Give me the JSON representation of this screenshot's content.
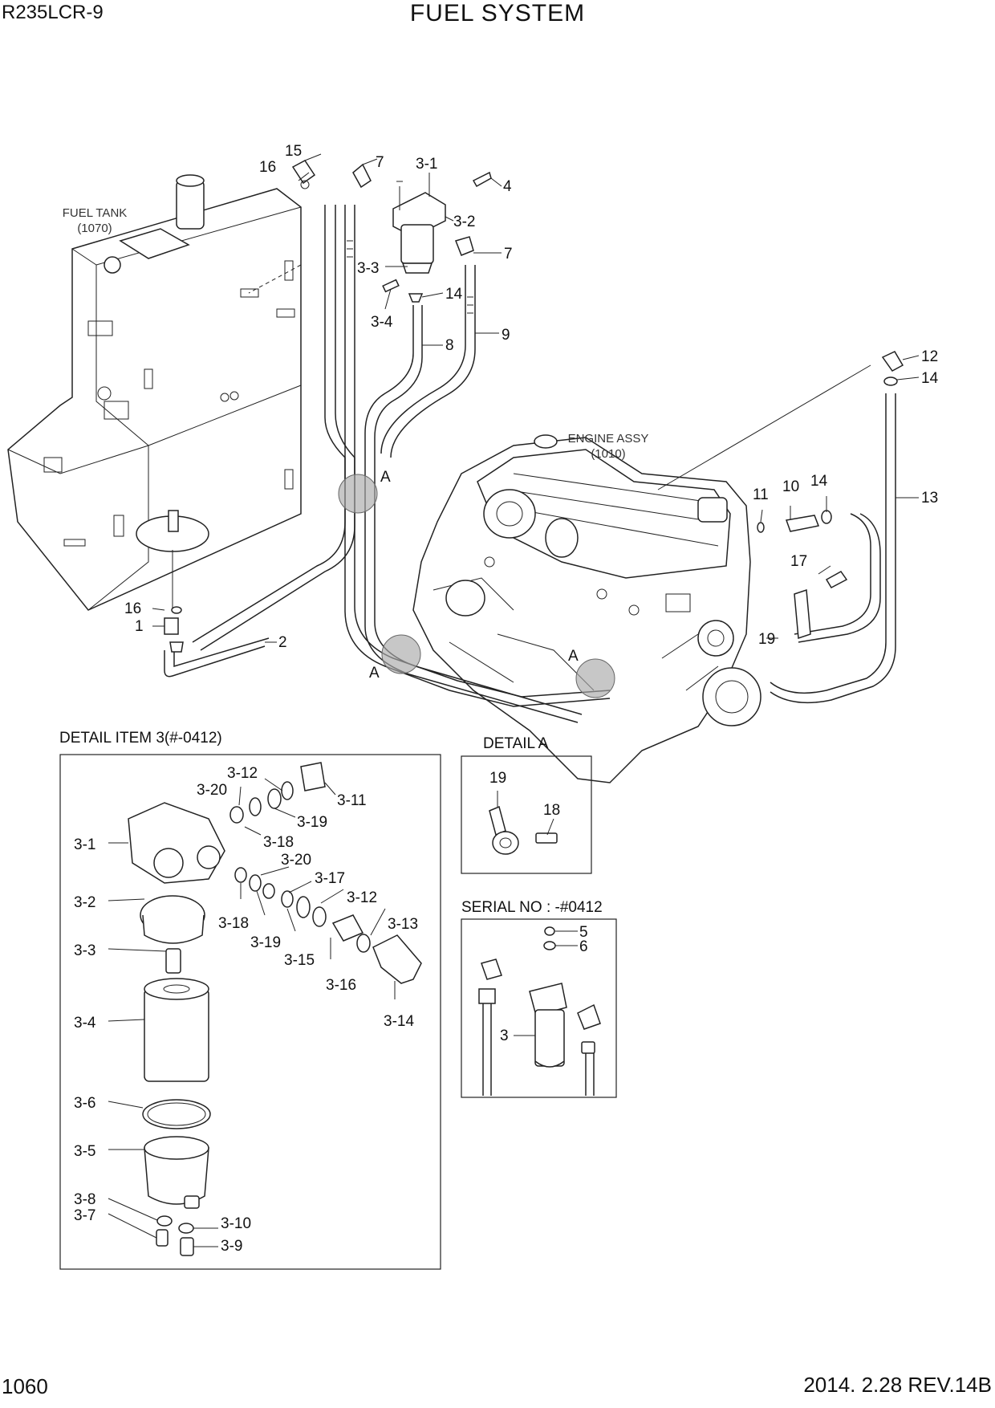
{
  "header": {
    "model": "R235LCR-9",
    "title": "FUEL SYSTEM"
  },
  "footer": {
    "page_number": "1060",
    "revision": "2014. 2.28  REV.14B"
  },
  "main": {
    "fuel_tank": {
      "name": "FUEL TANK",
      "ref": "(1070)"
    },
    "engine": {
      "name": "ENGINE ASSY",
      "ref": "(1010)"
    },
    "detail_markers": [
      "A",
      "A",
      "A"
    ],
    "callouts": [
      "15",
      "16",
      "7",
      "3-1",
      "4",
      "3-2",
      "7",
      "3-3",
      "14",
      "3-4",
      "8",
      "9",
      "12",
      "14",
      "11",
      "10",
      "14",
      "13",
      "17",
      "19",
      "16",
      "1",
      "2"
    ]
  },
  "detail_item3": {
    "caption": "DETAIL ITEM 3(#-0412)",
    "callouts": [
      "3-12",
      "3-20",
      "3-11",
      "3-19",
      "3-1",
      "3-18",
      "3-20",
      "3-17",
      "3-12",
      "3-2",
      "3-18",
      "3-19",
      "3-15",
      "3-13",
      "3-16",
      "3-14",
      "3-3",
      "3-4",
      "3-6",
      "3-5",
      "3-8",
      "3-10",
      "3-7",
      "3-9"
    ]
  },
  "detail_a": {
    "caption": "DETAIL  A",
    "callouts": [
      "19",
      "18"
    ]
  },
  "serial_detail": {
    "caption": "SERIAL NO : -#0412",
    "callouts": [
      "5",
      "6",
      "3"
    ]
  }
}
